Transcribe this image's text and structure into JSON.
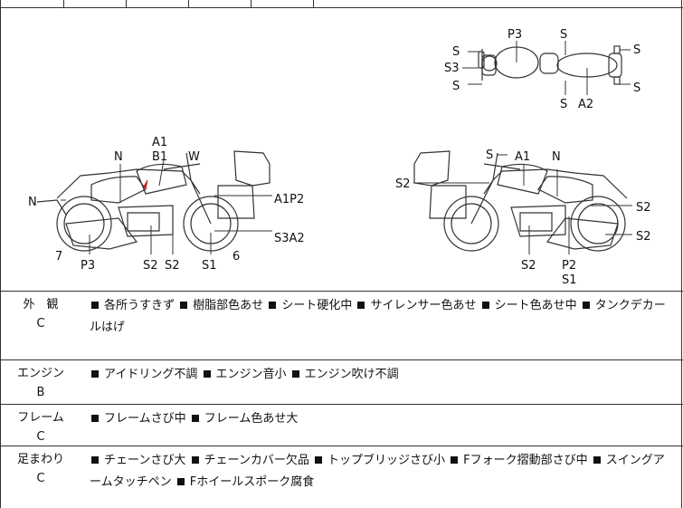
{
  "diagram": {
    "labels": {
      "top_p3": "P3",
      "top_s_upper": "S",
      "top_s_right1": "S",
      "top_s_left1": "S",
      "top_s3": "S3",
      "top_s_left2": "S",
      "top_s_right2": "S",
      "top_s_lower": "S",
      "top_a2": "A2",
      "left_a1": "A1",
      "left_b1": "B1",
      "left_w": "W",
      "left_n_top": "N",
      "left_n_side": "N",
      "left_a1p2": "A1P2",
      "left_s3a2": "S3A2",
      "left_7": "7",
      "left_p3": "P3",
      "left_s2a": "S2",
      "left_s2b": "S2",
      "left_s1": "S1",
      "left_6": "6",
      "right_s_top": "S",
      "right_a1": "A1",
      "right_n": "N",
      "right_s2_left": "S2",
      "right_s2_r1": "S2",
      "right_s2_r2": "S2",
      "right_s2_bottom": "S2",
      "right_p2": "P2",
      "right_s1": "S1"
    }
  },
  "rows": [
    {
      "category": "外　観",
      "grade": "C",
      "items": [
        "各所うすきず",
        "樹脂部色あせ",
        "シート硬化中",
        "サイレンサー色あせ",
        "シート色あせ中",
        "タンクデカールはげ"
      ]
    },
    {
      "category": "エンジン",
      "grade": "B",
      "items": [
        "アイドリング不調",
        "エンジン音小",
        "エンジン吹け不調"
      ]
    },
    {
      "category": "フレーム",
      "grade": "C",
      "items": [
        "フレームさび中",
        "フレーム色あせ大"
      ]
    },
    {
      "category": "足まわり",
      "grade": "C",
      "items": [
        "チェーンさび大",
        "チェーンカバー欠品",
        "トップブリッジさび小",
        "Fフォーク摺動部さび中",
        "スイングアームタッチペン",
        "Fホイールスポーク腐食"
      ]
    }
  ],
  "colors": {
    "line": "#333333",
    "mark": "#cc2222"
  }
}
